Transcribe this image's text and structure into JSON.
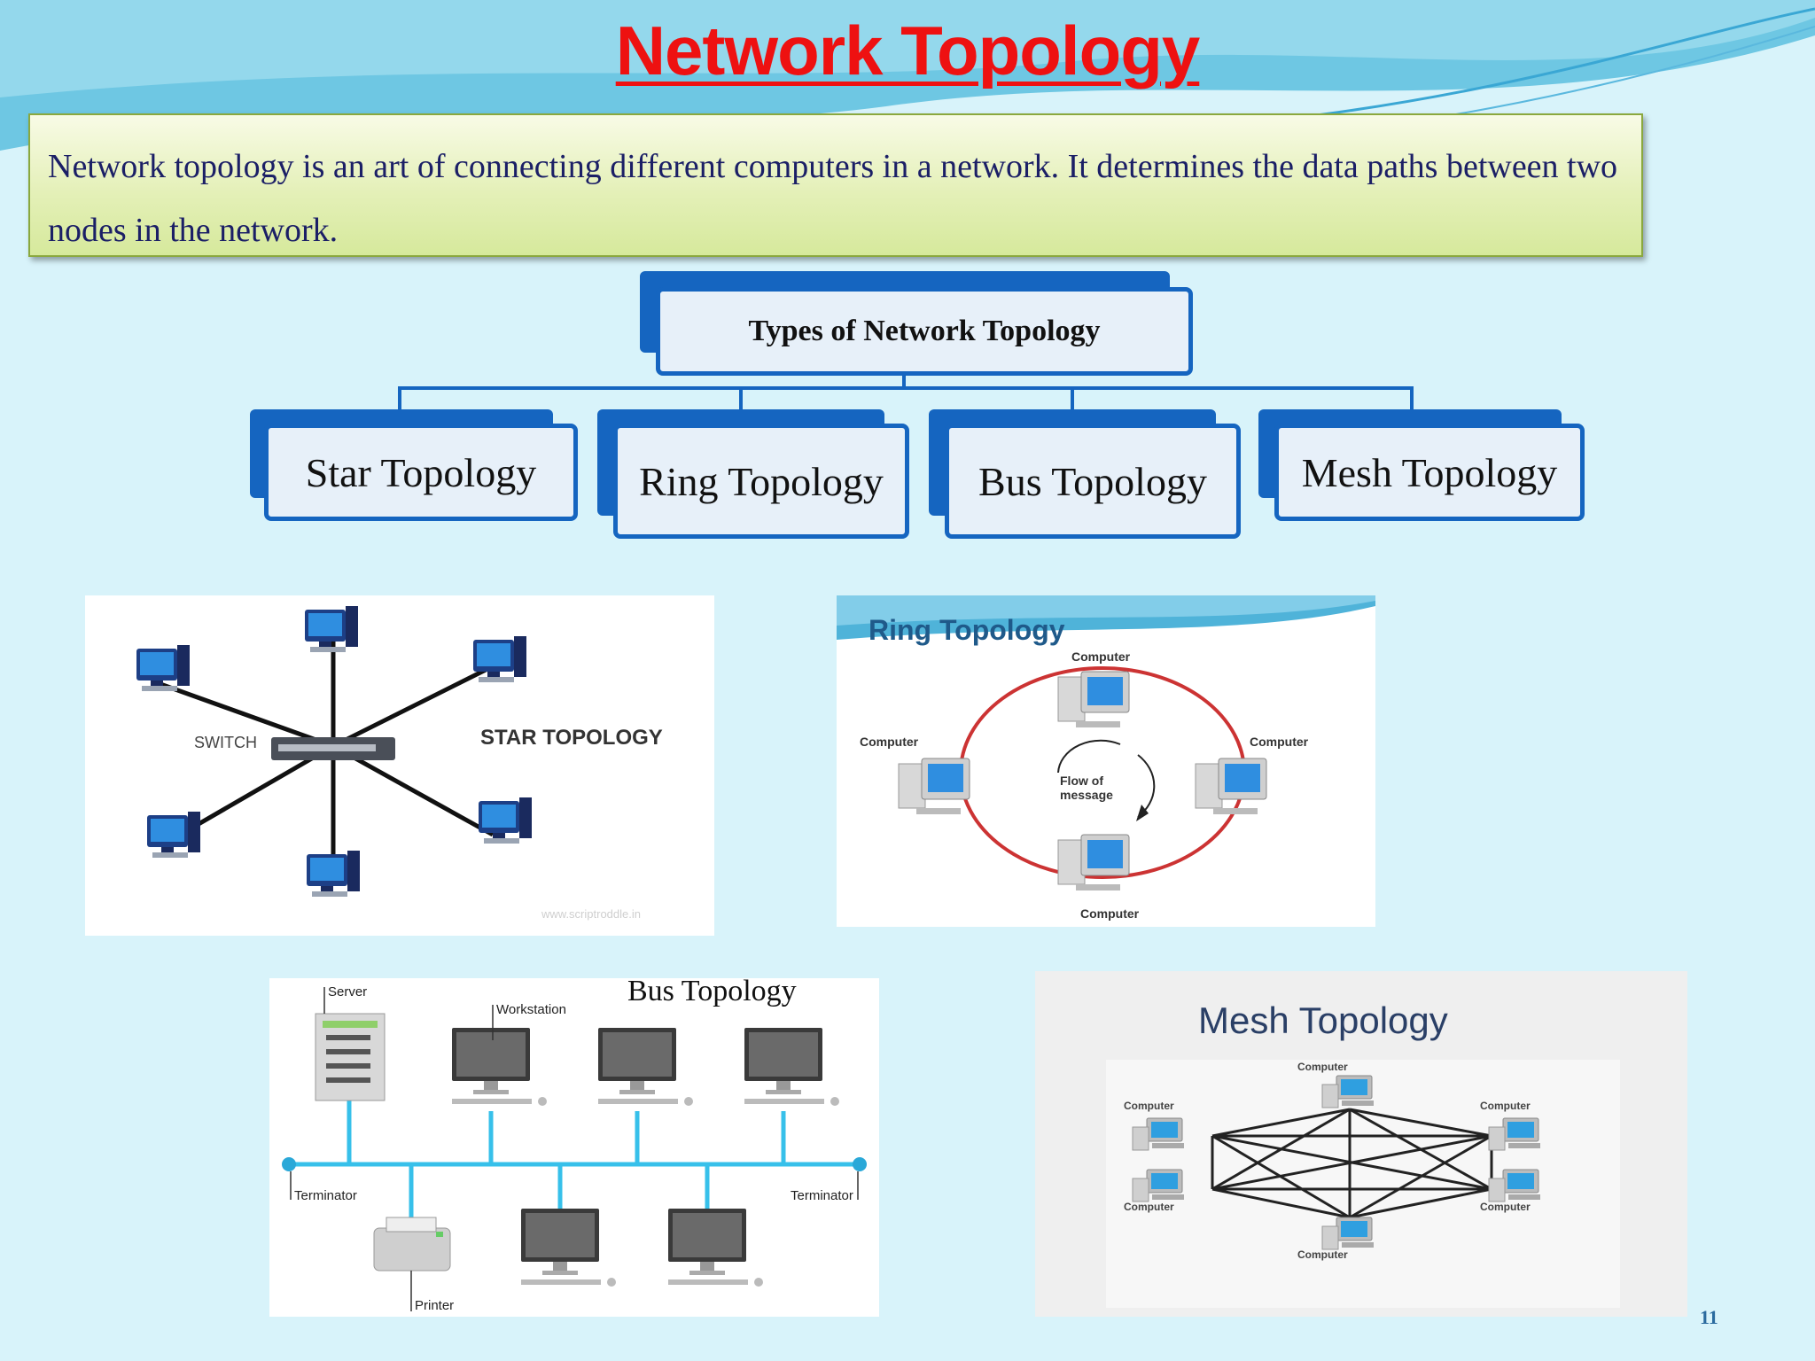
{
  "title": "Network Topology",
  "definition": "Network topology is an art of connecting different computers in a network. It determines the data paths between two nodes in the network.",
  "hierarchy": {
    "root": "Types of Network Topology",
    "children": [
      "Star Topology",
      "Ring Topology",
      "Bus Topology",
      "Mesh Topology"
    ]
  },
  "star_figure": {
    "switch_label": "SWITCH",
    "caption": "STAR  TOPOLOGY",
    "watermark": "www.scriptroddle.in"
  },
  "ring_figure": {
    "heading": "Ring Topology",
    "node_label": "Computer",
    "center_label_line1": "Flow of",
    "center_label_line2": "message"
  },
  "bus_figure": {
    "heading": "Bus Topology",
    "server": "Server",
    "workstation": "Workstation",
    "terminator_left": "Terminator",
    "terminator_right": "Terminator",
    "printer": "Printer"
  },
  "mesh_figure": {
    "heading": "Mesh Topology",
    "node_label": "Computer"
  },
  "page_number": "11",
  "colors": {
    "title": "#ee1111",
    "node_border": "#1565c0",
    "definition_text": "#1b1f66"
  }
}
